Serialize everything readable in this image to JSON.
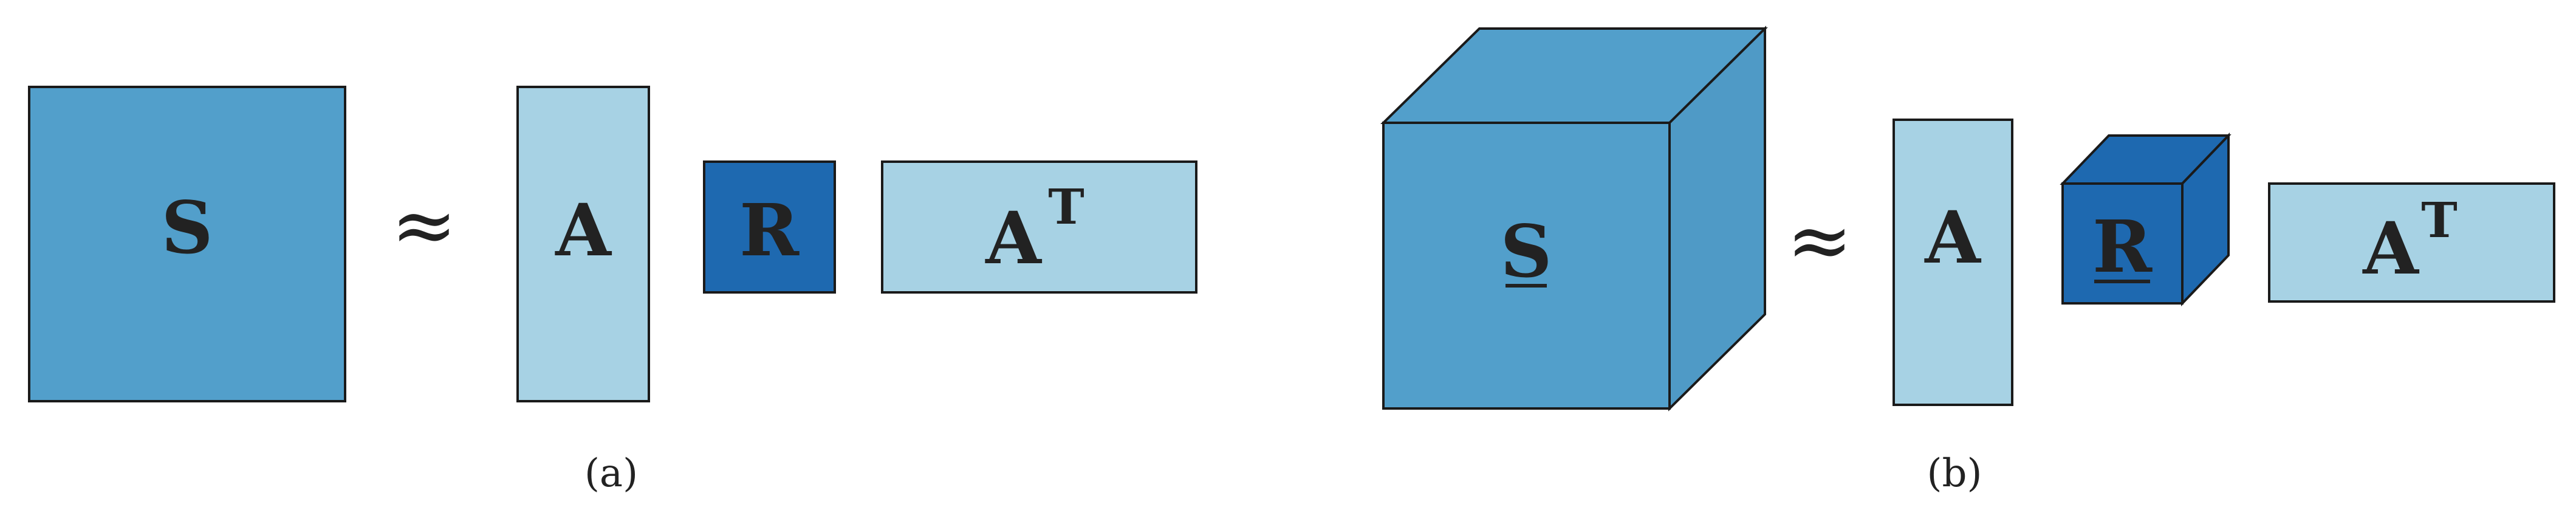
{
  "colors": {
    "medium_blue": "#529fcb",
    "light_blue": "#a7d2e4",
    "dark_blue": "#1e69b0",
    "cube_side": "#4f9ac6",
    "outline": "#1a1a1a"
  },
  "panel_a": {
    "s_label": "S",
    "approx": "≈",
    "a_label": "A",
    "r_label": "R",
    "at_label": "A",
    "at_sup": "T",
    "caption": "(a)"
  },
  "panel_b": {
    "s_label": "S",
    "approx": "≈",
    "a_label": "A",
    "r_label": "R",
    "at_label": "A",
    "at_sup": "T",
    "caption": "(b)"
  }
}
